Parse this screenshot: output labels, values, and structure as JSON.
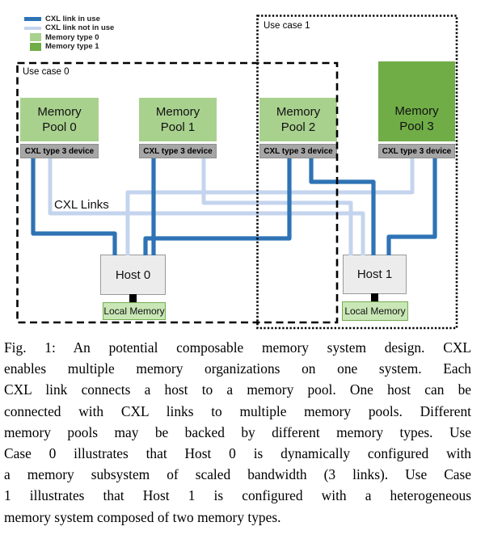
{
  "figure": {
    "legend": {
      "items": [
        {
          "label": "CXL link in use",
          "swatch": "line-swatch",
          "color": "#2e73b5"
        },
        {
          "label": "CXL link not in use",
          "swatch": "line-swatch",
          "color": "#c4d4ee"
        },
        {
          "label": "Memory type 0",
          "swatch": "square-swatch",
          "color": "#a9d18e"
        },
        {
          "label": "Memory type 1",
          "swatch": "square-swatch",
          "color": "#70ad47"
        }
      ]
    },
    "use_cases": [
      {
        "label": "Use case 0"
      },
      {
        "label": "Use case 1"
      }
    ],
    "pools": [
      {
        "title_line1": "Memory",
        "title_line2": "Pool 0",
        "memory_type": "Memory type 0",
        "device_label": "CXL type 3 device"
      },
      {
        "title_line1": "Memory",
        "title_line2": "Pool 1",
        "memory_type": "Memory type 0",
        "device_label": "CXL type 3 device"
      },
      {
        "title_line1": "Memory",
        "title_line2": "Pool 2",
        "memory_type": "Memory type 0",
        "device_label": "CXL type 3 device"
      },
      {
        "title_line1": "Memory",
        "title_line2": "Pool 3",
        "memory_type": "Memory type 1",
        "device_label": "CXL type 3 device"
      }
    ],
    "hosts": [
      {
        "label": "Host 0",
        "local_memory_label": "Local Memory"
      },
      {
        "label": "Host 1",
        "local_memory_label": "Local Memory"
      }
    ],
    "links_label": "CXL Links",
    "links": {
      "in_use": [
        {
          "from": "Memory Pool 0",
          "to": "Host 0"
        },
        {
          "from": "Memory Pool 1",
          "to": "Host 0"
        },
        {
          "from": "Memory Pool 2",
          "to": "Host 0"
        },
        {
          "from": "Memory Pool 2",
          "to": "Host 1"
        },
        {
          "from": "Memory Pool 3",
          "to": "Host 1"
        }
      ],
      "not_in_use": [
        {
          "from": "Memory Pool 0",
          "to": "Host 1"
        },
        {
          "from": "Memory Pool 1",
          "to": "Host 1"
        },
        {
          "from": "Memory Pool 3",
          "to": "Host 0"
        }
      ]
    }
  },
  "caption": {
    "lines": [
      "Fig. 1: An potential composable memory system design. CXL",
      "enables multiple memory organizations on one system. Each",
      "CXL link connects a host to a memory pool. One host can be",
      "connected with CXL links to multiple memory pools. Different",
      "memory pools may be backed by different memory types. Use",
      "Case 0 illustrates that Host 0 is dynamically configured with",
      "a memory subsystem of scaled bandwidth (3 links). Use Case",
      "1 illustrates that Host 1 is configured with a heterogeneous",
      "memory system composed of two memory types."
    ]
  },
  "colors": {
    "link_in_use": "#2e73b5",
    "link_not_in_use": "#c4d4ee",
    "memory_type_0": "#a9d18e",
    "memory_type_1": "#70ad47",
    "device_gray": "#a6a6a6",
    "host_gray": "#ececec",
    "local_memory_green": "#c9e7b6"
  }
}
